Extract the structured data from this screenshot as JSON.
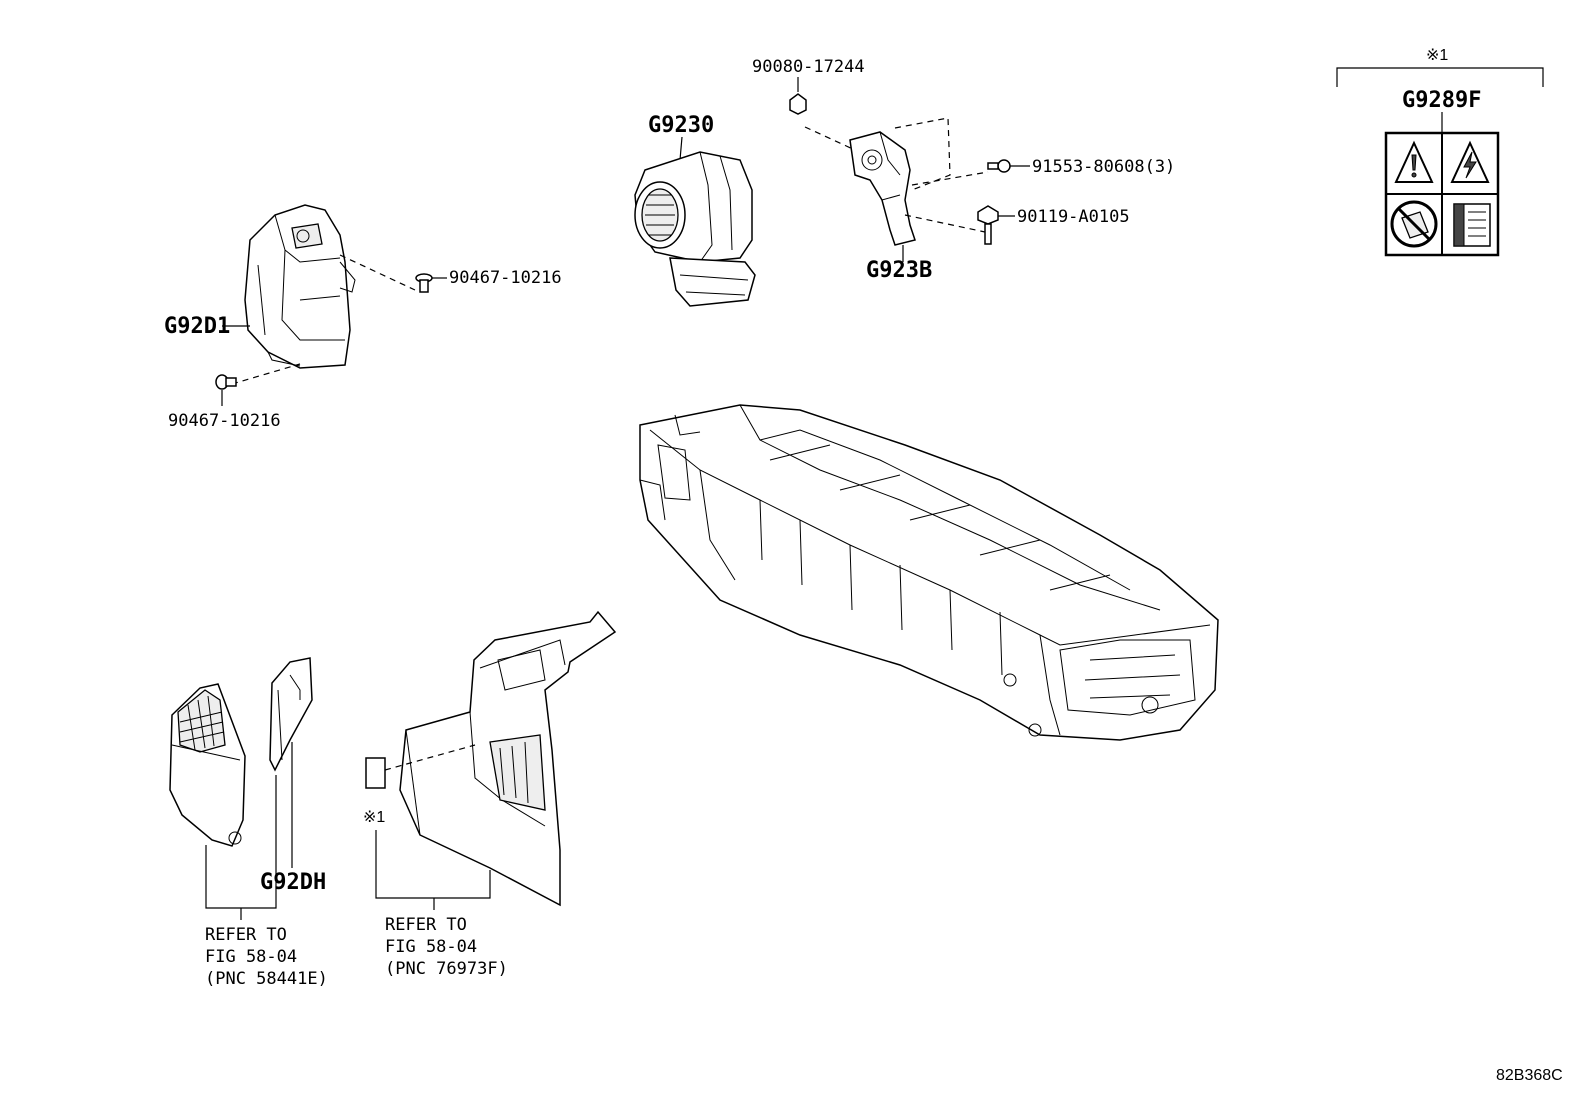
{
  "diagram_id": "82B368C",
  "labels": {
    "g92d1": "G92D1",
    "g9230": "G9230",
    "g923b": "G923B",
    "g9289f": "G9289F",
    "g92dh": "G92DH",
    "bolt_top": "90080-17244",
    "screw_right": "91553-80608(3)",
    "bolt_right": "90119-A0105",
    "clip_upper": "90467-10216",
    "clip_lower": "90467-10216"
  },
  "note_mark": "※1",
  "refer_left": [
    "REFER TO",
    "FIG 58-04",
    "(PNC 58441E)"
  ],
  "refer_right": [
    "REFER TO",
    "FIG 58-04",
    "(PNC 76973F)"
  ],
  "icons": [
    "warning-triangle-icon",
    "high-voltage-icon",
    "no-touch-icon",
    "manual-book-icon"
  ],
  "colors": {
    "line": "#000000",
    "background": "#ffffff"
  }
}
